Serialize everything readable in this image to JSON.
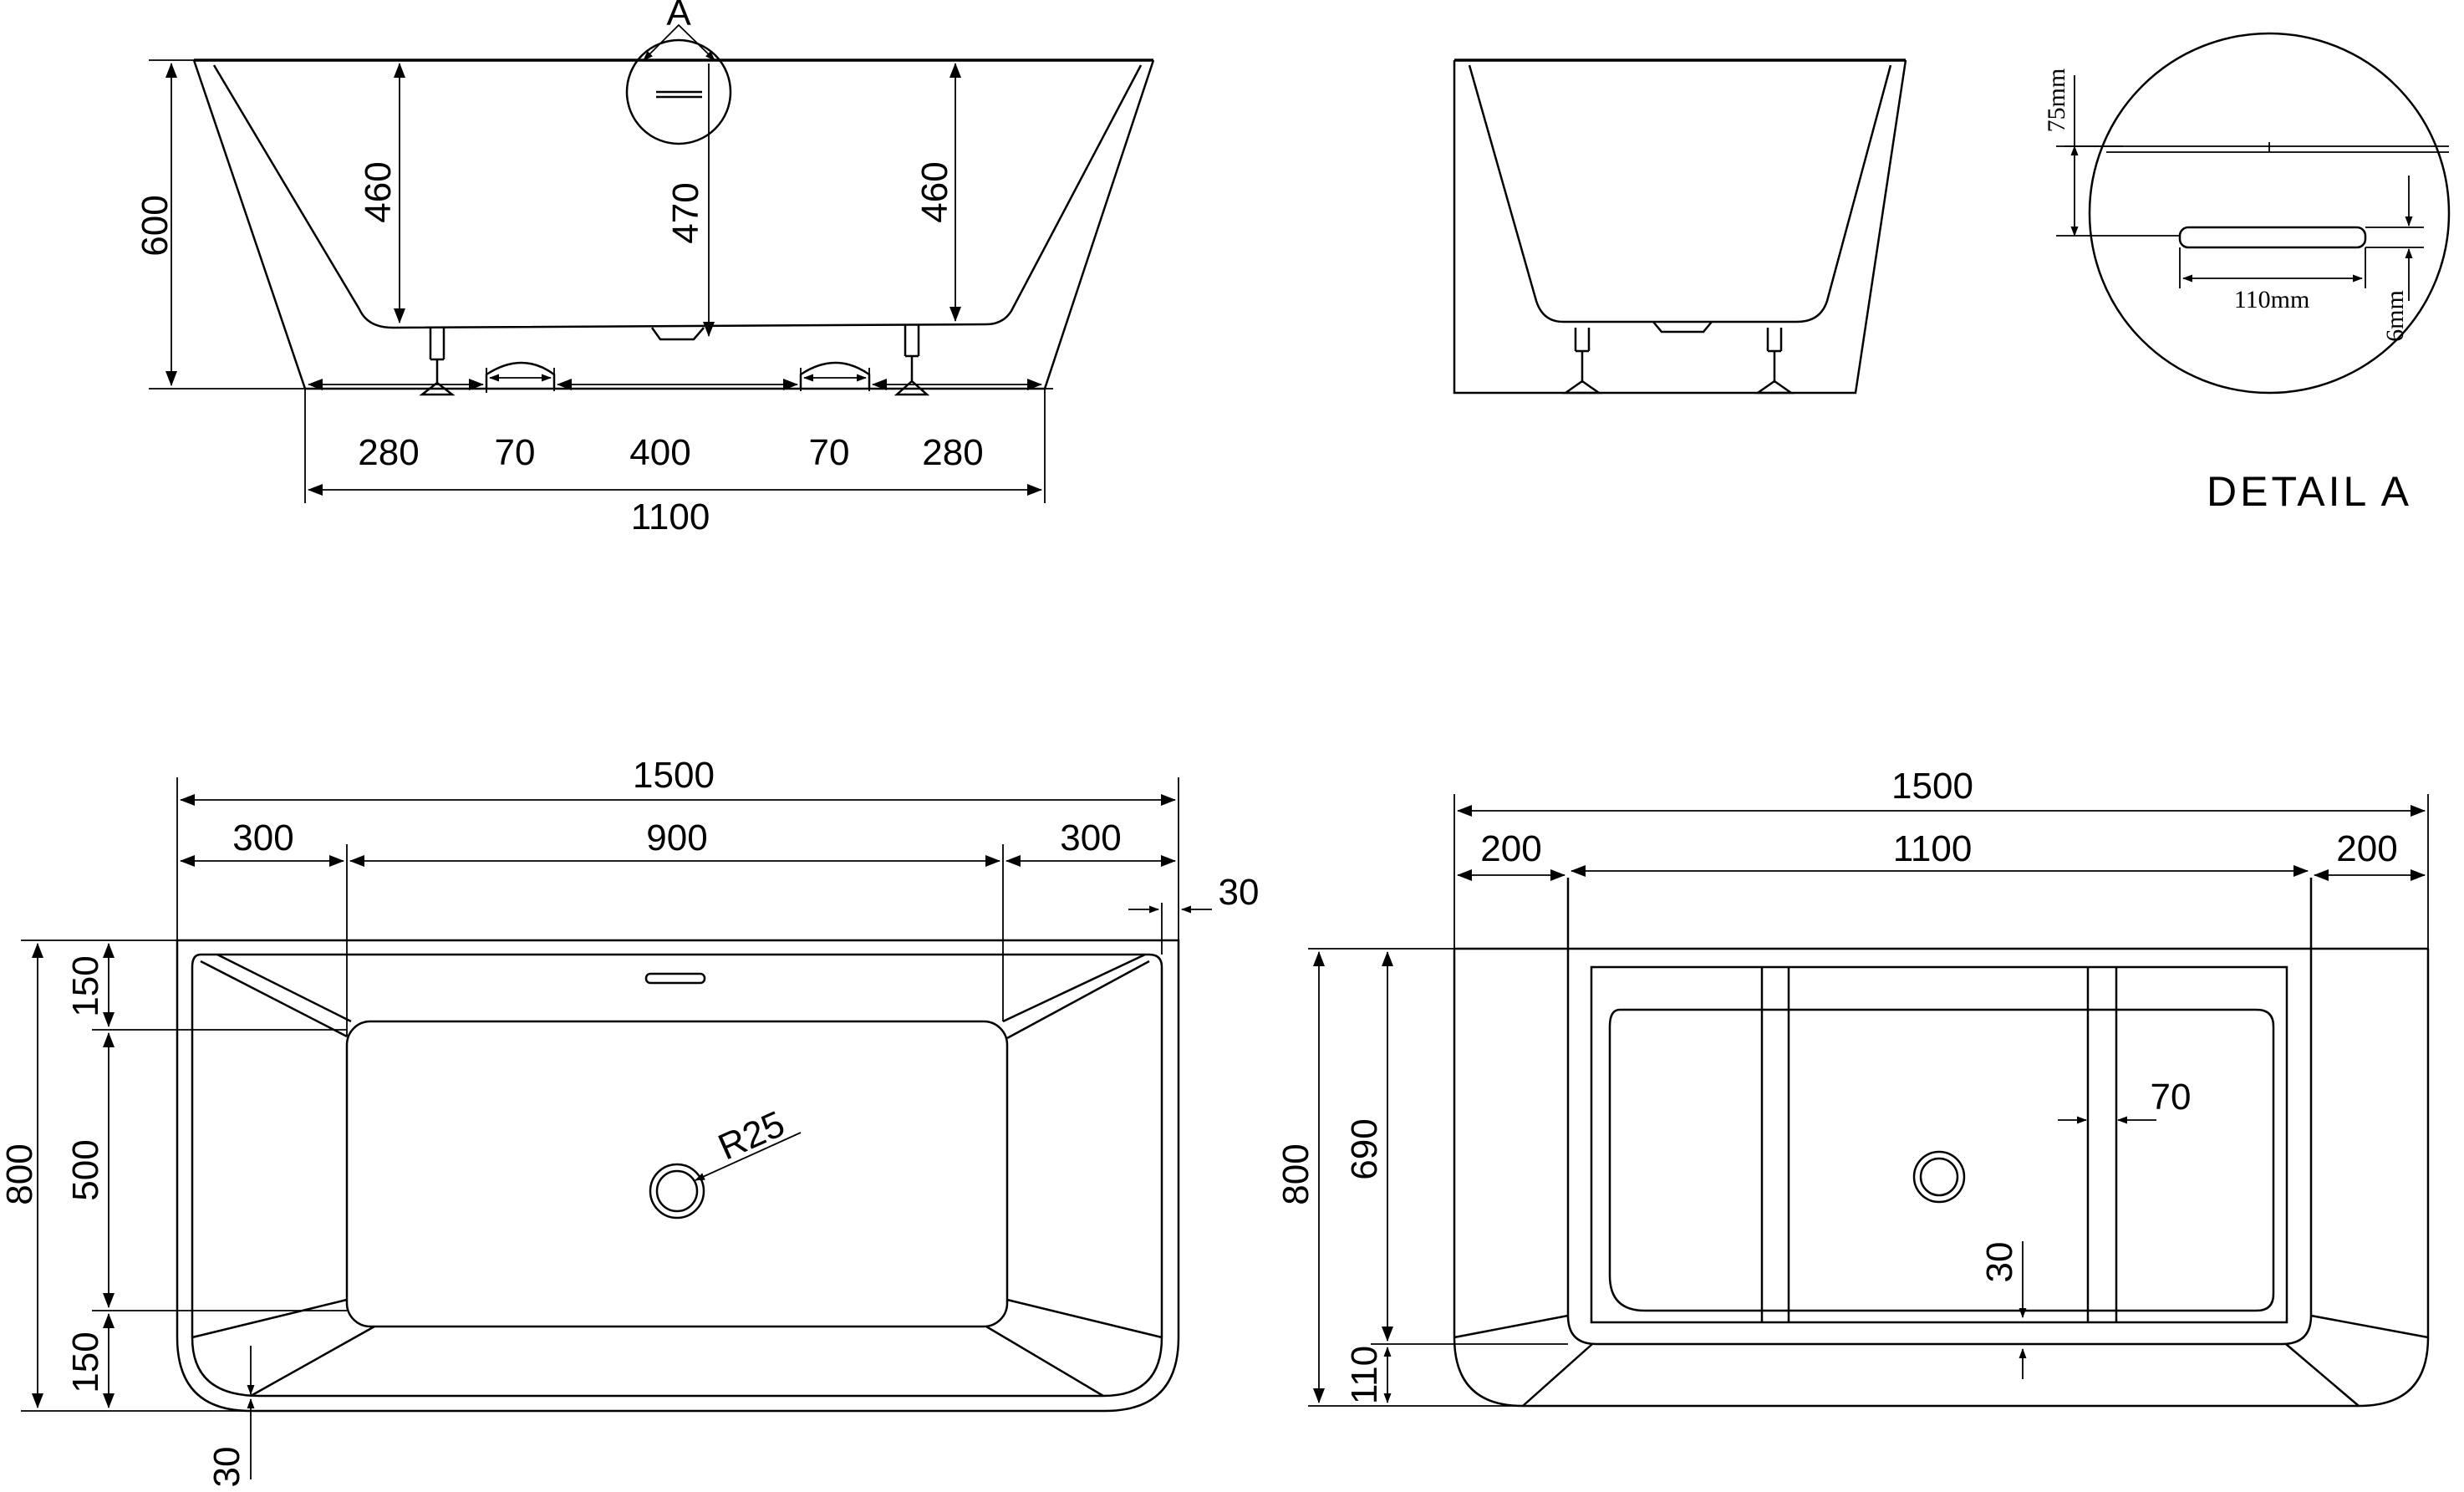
{
  "side_view": {
    "detail_marker": "A",
    "height_overall": "600",
    "depth_left": "460",
    "depth_center": "470",
    "depth_right": "460",
    "bottom_dims": [
      "280",
      "70",
      "400",
      "70",
      "280"
    ],
    "base_width": "1100"
  },
  "end_view": {},
  "detail": {
    "title": "DETAIL A",
    "rim_height": "75mm",
    "slot_width": "110mm",
    "slot_height": "6mm"
  },
  "top_view": {
    "length": "1500",
    "segments": [
      "300",
      "900",
      "300"
    ],
    "rim_thickness": "30",
    "width": "800",
    "vertical_segments": [
      "150",
      "500",
      "150"
    ],
    "drain_radius": "R25",
    "bottom_rim": "30"
  },
  "bottom_view": {
    "length": "1500",
    "segments": [
      "200",
      "1100",
      "200"
    ],
    "width": "800",
    "inner_height": "690",
    "offset": "110",
    "rail_width": "70",
    "gap": "30"
  }
}
